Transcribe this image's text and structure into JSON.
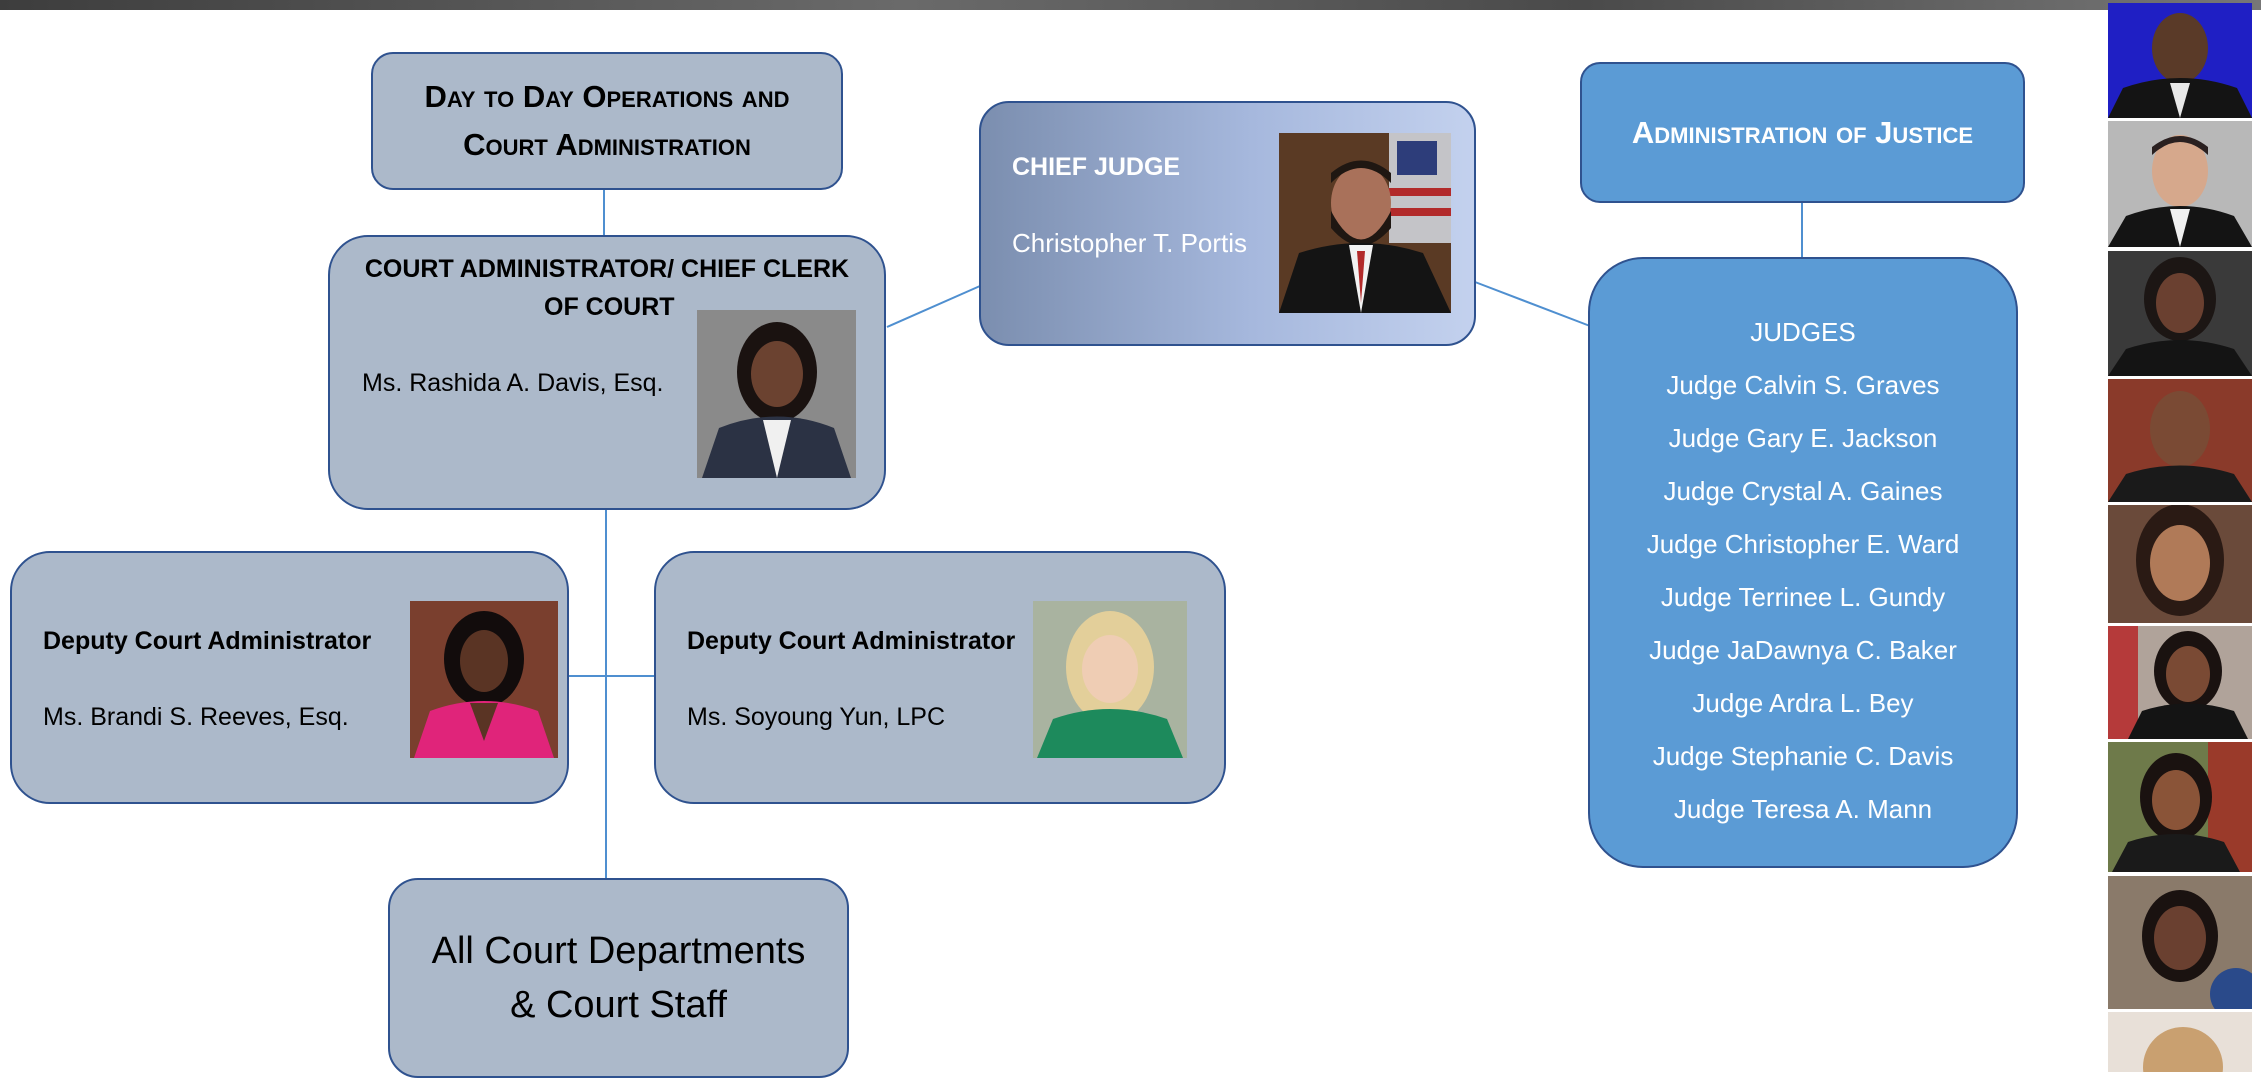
{
  "ops": {
    "line1": "Day to Day Operations and",
    "line2": "Court Administration"
  },
  "justice": {
    "title": "Administration of Justice"
  },
  "chief": {
    "title": "CHIEF JUDGE",
    "name": "Christopher T. Portis"
  },
  "admin": {
    "title_line1": "COURT ADMINISTRATOR/ CHIEF CLERK",
    "title_line2": "OF COURT",
    "name": "Ms. Rashida A. Davis, Esq."
  },
  "deputy1": {
    "title": "Deputy Court Administrator",
    "name": "Ms. Brandi S. Reeves, Esq."
  },
  "deputy2": {
    "title": "Deputy Court Administrator",
    "name": "Ms. Soyoung Yun, LPC"
  },
  "staff": {
    "line1": "All Court Departments",
    "line2": "& Court Staff"
  },
  "judges": {
    "heading": "JUDGES",
    "names": [
      "Judge Calvin S. Graves",
      "Judge Gary E. Jackson",
      "Judge Crystal A. Gaines",
      "Judge Christopher E. Ward",
      "Judge Terrinee L. Gundy",
      "Judge JaDawnya C. Baker",
      "Judge Ardra L. Bey",
      "Judge Stephanie C. Davis",
      "Judge Teresa A. Mann"
    ]
  },
  "colors": {
    "grey_box": "#acb9ca",
    "blue_box": "#5b9bd5",
    "border": "#2f528f",
    "connector": "#4f8fd0"
  }
}
